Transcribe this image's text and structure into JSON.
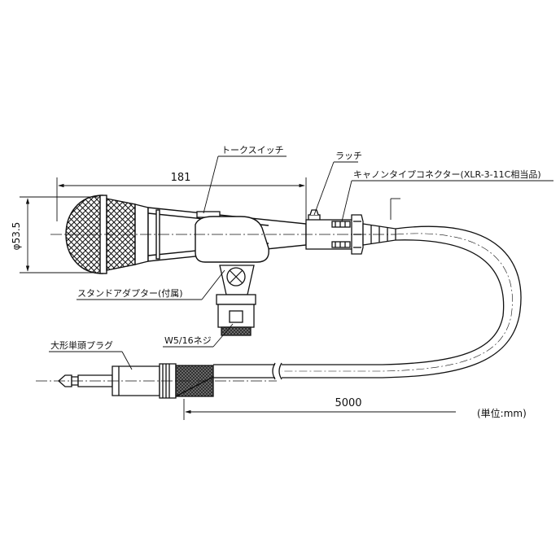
{
  "labels": {
    "talk_switch": "トークスイッチ",
    "latch": "ラッチ",
    "connector": "キャノンタイプコネクター(XLR-3-11C相当品)",
    "stand_adapter": "スタンドアダプター(付属)",
    "screw": "W5/16ネジ",
    "plug": "大形単頭プラグ",
    "unit": "(単位:mm)"
  },
  "dimensions": {
    "length": "181",
    "diameter": "φ53.5",
    "cable": "5000"
  },
  "colors": {
    "line": "#111111",
    "paper": "#ffffff"
  }
}
